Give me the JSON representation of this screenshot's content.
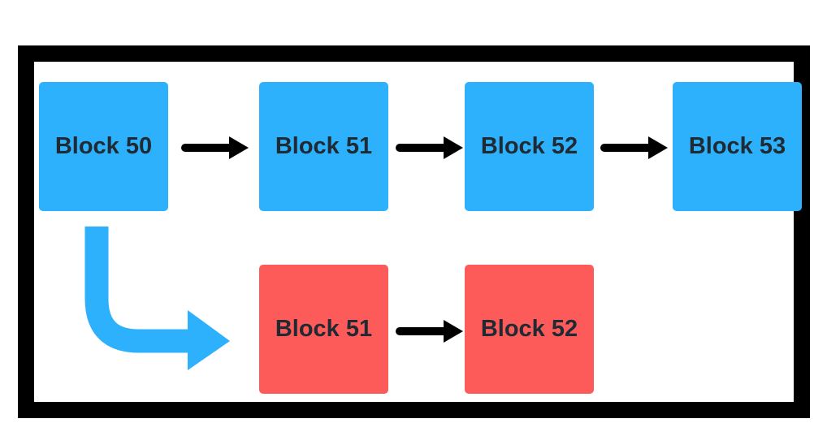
{
  "main_chain": {
    "blocks": [
      {
        "label": "Block 50"
      },
      {
        "label": "Block 51"
      },
      {
        "label": "Block 52"
      },
      {
        "label": "Block 53"
      }
    ]
  },
  "fork_chain": {
    "blocks": [
      {
        "label": "Block 51"
      },
      {
        "label": "Block 52"
      }
    ]
  },
  "colors": {
    "main_block": "#2eb1fd",
    "fork_block": "#fd5a5a",
    "fork_arrow": "#2eb1fd",
    "chain_arrow": "#000000",
    "frame": "#000000"
  }
}
